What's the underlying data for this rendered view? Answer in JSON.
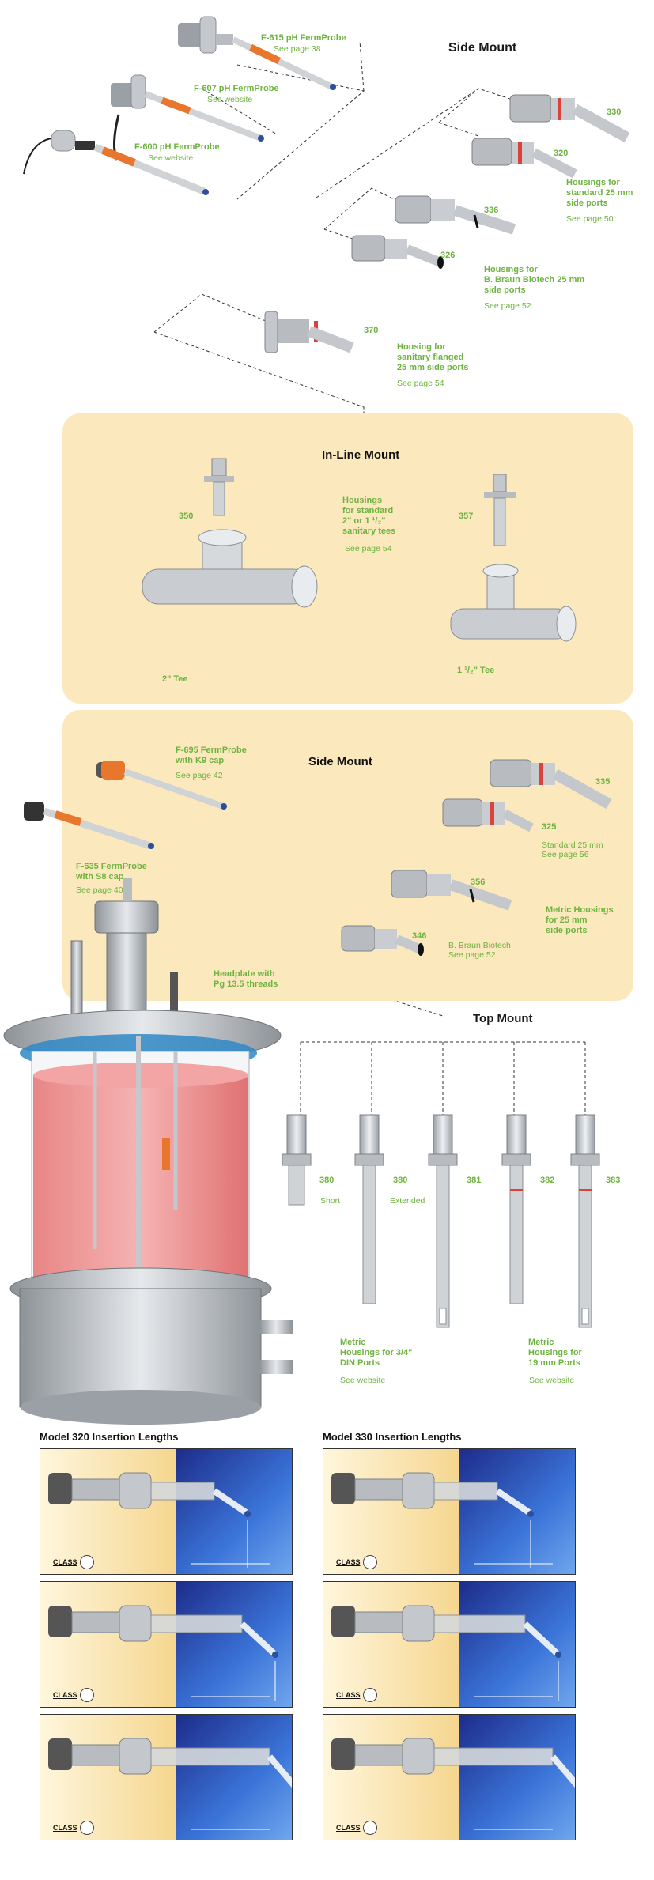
{
  "sections": {
    "side_mount_top": "Side Mount",
    "inline_mount": "In-Line Mount",
    "side_mount_lower": "Side Mount",
    "top_mount": "Top Mount"
  },
  "probes_top": [
    {
      "name": "F-615 pH FermProbe",
      "ref": "See page 38"
    },
    {
      "name": "F-607 pH FermProbe",
      "ref": "See website"
    },
    {
      "name": "F-600 pH FermProbe",
      "ref": "See website"
    }
  ],
  "side_top": {
    "h330": "330",
    "h320": "320",
    "std_label_1": "Housings for",
    "std_label_2": "standard 25 mm",
    "std_label_3": "side ports",
    "std_ref": "See page 50",
    "h336": "336",
    "h326": "326",
    "bb_label_1": "Housings for",
    "bb_label_2": "B. Braun Biotech 25 mm",
    "bb_label_3": "side ports",
    "bb_ref": "See page 52",
    "h370": "370",
    "san_label_1": "Housing for",
    "san_label_2": "sanitary flanged",
    "san_label_3": "25 mm side ports",
    "san_ref": "See page 54"
  },
  "inline": {
    "h350": "350",
    "h357": "357",
    "label_1": "Housings",
    "label_2": "for standard",
    "label_3": "2\" or 1 ¹/₂\"",
    "label_4": "sanitary tees",
    "ref": "See page 54",
    "tee_2": "2\" Tee",
    "tee_15": "1 ¹/₂\" Tee"
  },
  "side_lower": {
    "f695_name_1": "F-695 FermProbe",
    "f695_name_2": "with K9 cap",
    "f695_ref": "See page 42",
    "f635_name_1": "F-635 FermProbe",
    "f635_name_2": "with S8 cap",
    "f635_ref": "See page 40",
    "h335": "335",
    "h325": "325",
    "std_1": "Standard 25 mm",
    "std_2": "See page 56",
    "h356": "356",
    "h346": "346",
    "bb_1": "B. Braun Biotech",
    "bb_2": "See page 52",
    "metric_1": "Metric Housings",
    "metric_2": "for 25 mm",
    "metric_3": "side ports",
    "headplate_1": "Headplate with",
    "headplate_2": "Pg 13.5 threads"
  },
  "top": {
    "h380a": "380",
    "short": "Short",
    "h380b": "380",
    "extended": "Extended",
    "h381": "381",
    "h382": "382",
    "h383": "383",
    "m34_1": "Metric",
    "m34_2": "Housings for 3/4\"",
    "m34_3": "DIN Ports",
    "m34_ref": "See website",
    "m19_1": "Metric",
    "m19_2": "Housings for",
    "m19_3": "19 mm Ports",
    "m19_ref": "See website"
  },
  "insertion": {
    "t320": "Model 320 Insertion Lengths",
    "t330": "Model 330 Insertion Lengths",
    "class_label": "CLASS"
  },
  "colors": {
    "green": "#6db33f",
    "panel": "#fbe8bd",
    "red_ring": "#d9433b",
    "orange": "#e8762c"
  }
}
